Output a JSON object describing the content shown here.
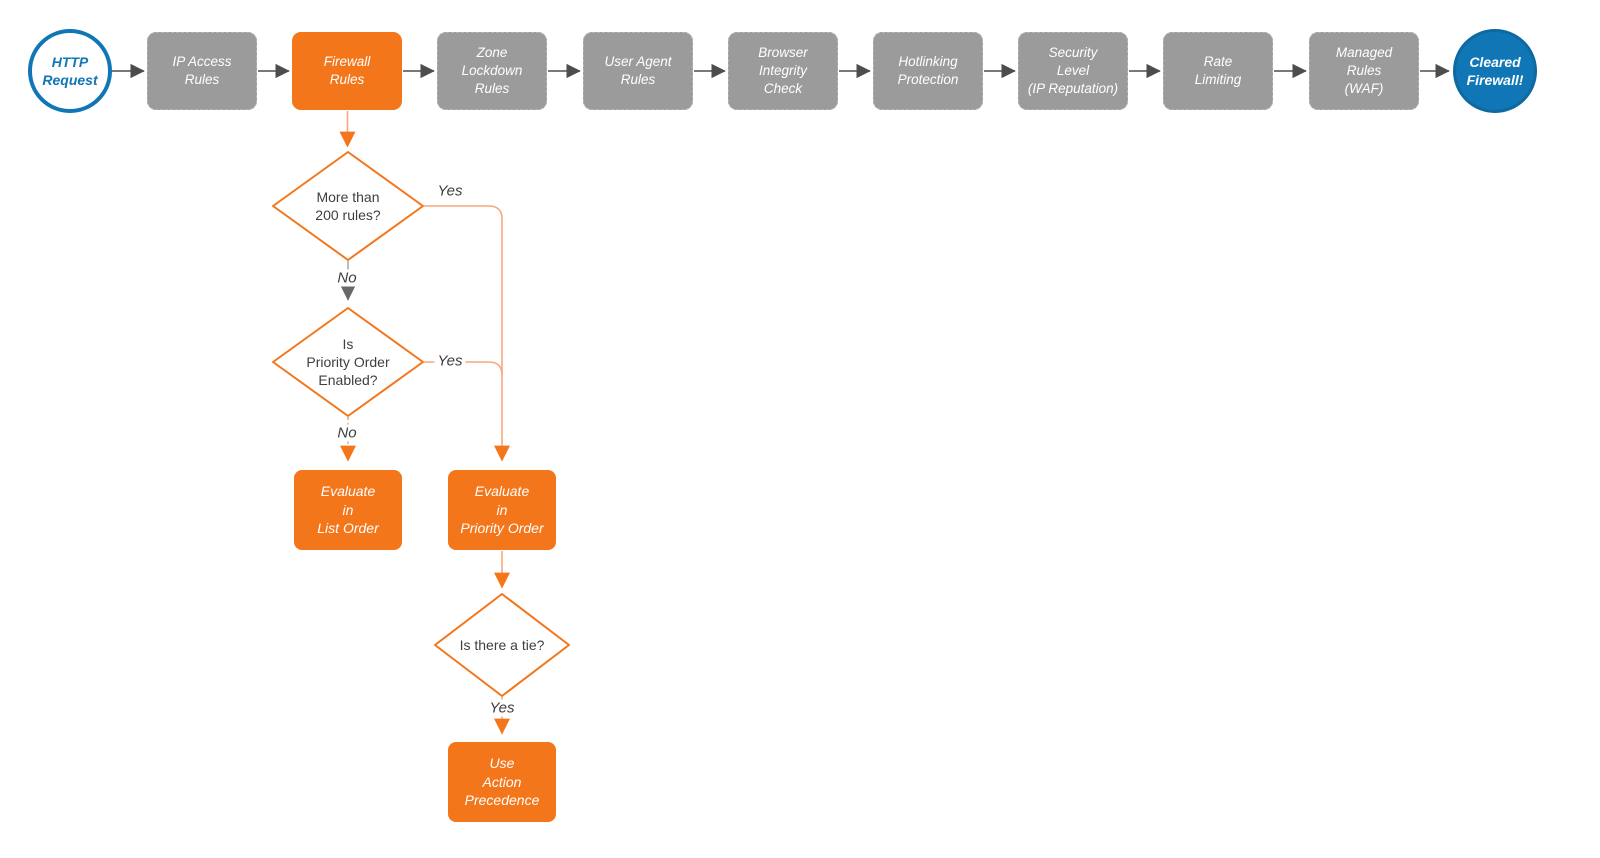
{
  "colors": {
    "accent_orange": "#F4761B",
    "connector_orange": "#F9A77C",
    "node_gray": "#9B9B9B",
    "brand_blue": "#1076B6",
    "arrow_dark": "#4D4D4D"
  },
  "start_node": {
    "label": "HTTP\nRequest"
  },
  "pipeline_nodes": [
    {
      "label": "IP Access\nRules"
    },
    {
      "label": "Firewall\nRules"
    },
    {
      "label": "Zone\nLockdown\nRules"
    },
    {
      "label": "User Agent\nRules"
    },
    {
      "label": "Browser\nIntegrity\nCheck"
    },
    {
      "label": "Hotlinking\nProtection"
    },
    {
      "label": "Security\nLevel\n(IP Reputation)"
    },
    {
      "label": "Rate\nLimiting"
    },
    {
      "label": "Managed\nRules\n(WAF)"
    }
  ],
  "end_node": {
    "label": "Cleared\nFirewall!"
  },
  "decisions": [
    {
      "label": "More than\n200 rules?"
    },
    {
      "label": "Is\nPriority Order\nEnabled?"
    },
    {
      "label": "Is there a tie?"
    }
  ],
  "action_nodes": [
    {
      "label": "Evaluate\nin\nList Order"
    },
    {
      "label": "Evaluate\nin\nPriority Order"
    },
    {
      "label": "Use\nAction\nPrecedence"
    }
  ],
  "edge_labels": {
    "yes_more_rules": "Yes",
    "no_more_rules": "No",
    "yes_priority_enabled": "Yes",
    "no_priority_enabled": "No",
    "yes_tie": "Yes"
  }
}
